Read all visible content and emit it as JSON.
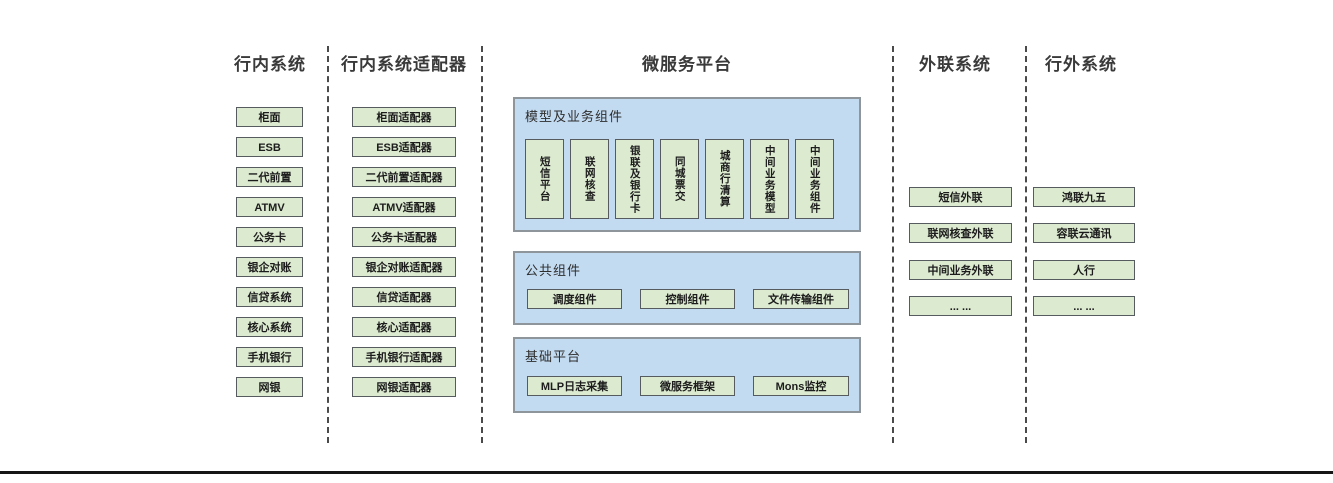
{
  "colors": {
    "green_box_fill": "#dcead0",
    "green_box_border": "#565b5f",
    "blue_panel_fill": "#c3dbf1",
    "blue_panel_border": "#8e959b",
    "separator_dash": "#4a4a4a",
    "bottom_rule": "#161616",
    "text": "#1c1c1c"
  },
  "columns": [
    {
      "title": "行内系统",
      "items": [
        "柜面",
        "ESB",
        "二代前置",
        "ATMV",
        "公务卡",
        "银企对账",
        "信贷系统",
        "核心系统",
        "手机银行",
        "网银"
      ]
    },
    {
      "title": "行内系统适配器",
      "items": [
        "柜面适配器",
        "ESB适配器",
        "二代前置适配器",
        "ATMV适配器",
        "公务卡适配器",
        "银企对账适配器",
        "信贷适配器",
        "核心适配器",
        "手机银行适配器",
        "网银适配器"
      ]
    },
    {
      "title": "微服务平台",
      "sections": [
        {
          "label": "模型及业务组件",
          "items": [
            "短信平台",
            "联网核查",
            "银联及银行卡",
            "同城票交",
            "城商行清算",
            "中间业务模型",
            "中间业务组件"
          ]
        },
        {
          "label": "公共组件",
          "items": [
            "调度组件",
            "控制组件",
            "文件传输组件"
          ]
        },
        {
          "label": "基础平台",
          "items": [
            "MLP日志采集",
            "微服务框架",
            "Mons监控"
          ]
        }
      ]
    },
    {
      "title": "外联系统",
      "items": [
        "短信外联",
        "联网核查外联",
        "中间业务外联",
        "... ..."
      ]
    },
    {
      "title": "行外系统",
      "items": [
        "鸿联九五",
        "容联云通讯",
        "人行",
        "... ..."
      ]
    }
  ]
}
